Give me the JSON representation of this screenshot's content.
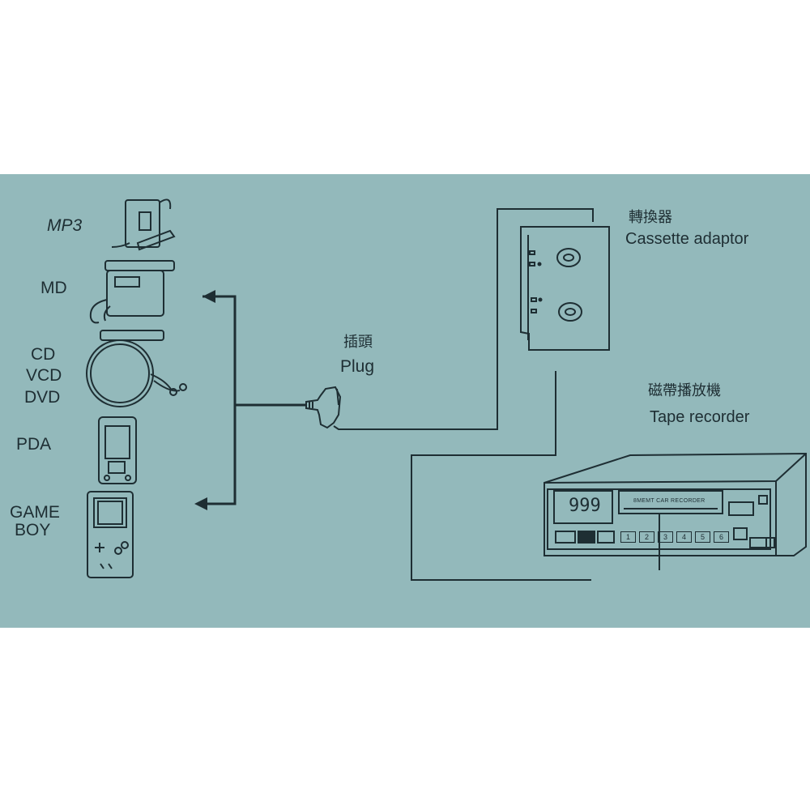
{
  "devices": {
    "mp3": "MP3",
    "md": "MD",
    "cd": "CD",
    "vcd": "VCD",
    "dvd": "DVD",
    "pda": "PDA",
    "gameboy_line1": "GAME",
    "gameboy_line2": "BOY"
  },
  "plug": {
    "label_zh": "插頭",
    "label_en": "Plug"
  },
  "cassette": {
    "label_zh": "轉換器",
    "label_en": "Cassette adaptor"
  },
  "recorder": {
    "label_zh": "磁帶播放機",
    "label_en": "Tape recorder",
    "display": "999",
    "brand_strip": "8MEMT CAR RECORDER",
    "preset_buttons": [
      "1",
      "2",
      "3",
      "4",
      "5",
      "6"
    ]
  },
  "colors": {
    "background": "#93b9bb",
    "ink": "#1e2e33"
  }
}
